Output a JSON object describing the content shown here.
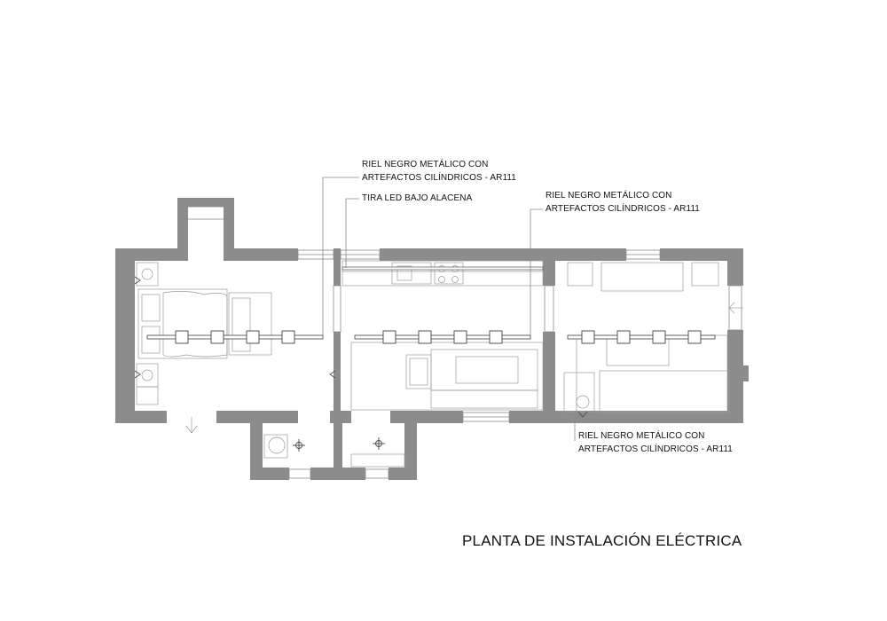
{
  "drawing": {
    "title": "PLANTA DE INSTALACIÓN ELÉCTRICA",
    "wall_color": "#8c8c8c",
    "line_color": "#8a8a8a",
    "annotations": [
      {
        "line1": "RIEL NEGRO METÁLICO CON",
        "line2": "ARTEFACTOS CILÍNDRICOS - AR111"
      },
      {
        "line1": "TIRA LED BAJO ALACENA",
        "line2": ""
      },
      {
        "line1": "RIEL NEGRO METÁLICO CON",
        "line2": "ARTEFACTOS CILÍNDRICOS - AR111"
      },
      {
        "line1": "RIEL NEGRO METÁLICO CON",
        "line2": "ARTEFACTOS CILÍNDRICOS - AR111"
      }
    ]
  }
}
